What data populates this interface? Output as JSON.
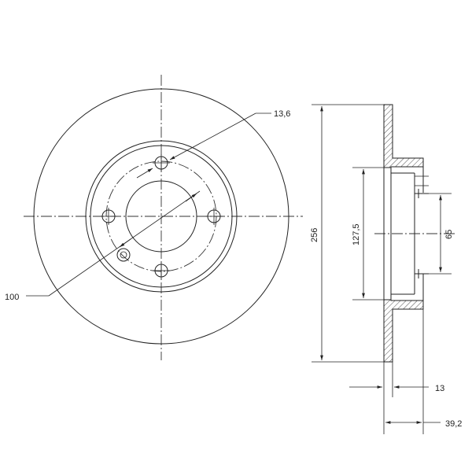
{
  "dimensions": {
    "bolt_hole_diameter": "13,6",
    "pitch_circle_diameter": "100",
    "outer_diameter": "256",
    "hub_bore_outer": "127,5",
    "center_bore": "65",
    "disc_thickness": "13",
    "total_height": "39,2"
  },
  "colors": {
    "line": "#222222",
    "background": "#ffffff"
  }
}
